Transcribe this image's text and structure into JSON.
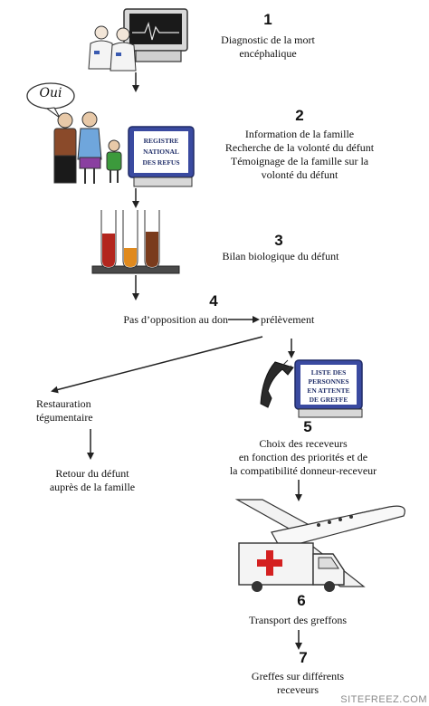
{
  "steps": [
    {
      "number": "1",
      "lines": [
        "Diagnostic de la mort",
        "encéphalique"
      ]
    },
    {
      "number": "2",
      "lines": [
        "Information de la famille",
        "Recherche de la volonté du défunt",
        "Témoignage de la famille sur la",
        "volonté du défunt"
      ]
    },
    {
      "number": "3",
      "lines": [
        "Bilan biologique du défunt"
      ]
    },
    {
      "number": "4",
      "text_left": "Pas d’opposition au don",
      "text_right": "prélèvement"
    },
    {
      "number": "5",
      "lines": [
        "Choix des receveurs",
        "en fonction des priorités et de",
        "la compatibilité donneur-receveur"
      ]
    },
    {
      "number": "6",
      "lines": [
        "Transport des greffons"
      ]
    },
    {
      "number": "7",
      "lines": [
        "Greffes sur différents",
        "receveurs"
      ]
    }
  ],
  "left_branch": {
    "restoration": [
      "Restauration",
      "tégumentaire"
    ],
    "return": [
      "Retour du défunt",
      "auprès de la famille"
    ]
  },
  "speech_bubble": "Oui",
  "registry_screen": [
    "REGISTRE",
    "NATIONAL",
    "DES REFUS"
  ],
  "waiting_list_screen": [
    "LISTE DES",
    "PERSONNES",
    "EN ATTENTE",
    "DE GREFFE"
  ],
  "watermark": "SITEFREEZ.COM",
  "colors": {
    "arrow": "#222222",
    "monitor_frame": "#3a4aa0",
    "tube_red": "#b3261e",
    "tube_orange": "#e08a1e",
    "tube_brown": "#7a3b1c",
    "person_blue": "#6fa6dc",
    "person_purple": "#8a3fa0",
    "person_brown": "#8a4a2a",
    "person_green": "#3c9a3c",
    "cross_red": "#d42020"
  }
}
